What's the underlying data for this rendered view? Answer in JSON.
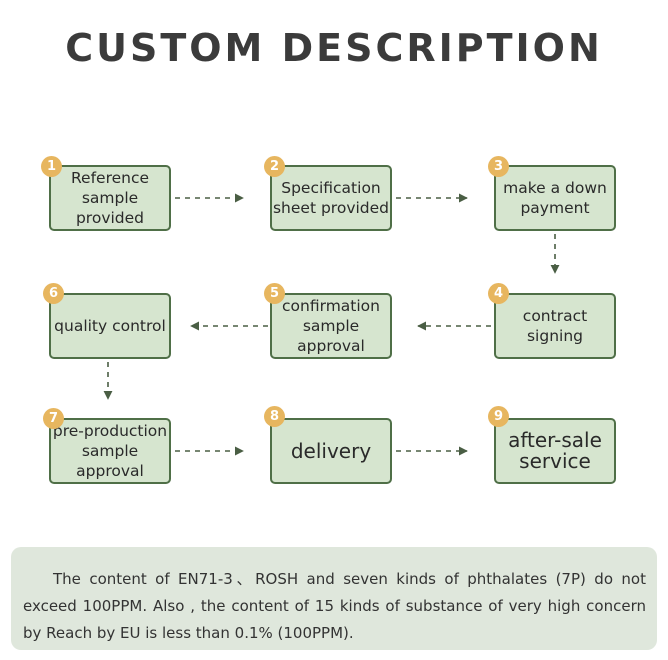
{
  "title": "CUSTOM DESCRIPTION",
  "steps": [
    {
      "num": "1",
      "label": "Reference sample provided"
    },
    {
      "num": "2",
      "label": "Specification sheet provided"
    },
    {
      "num": "3",
      "label": "make a down payment"
    },
    {
      "num": "4",
      "label": "contract signing"
    },
    {
      "num": "5",
      "label": "confirmation sample approval"
    },
    {
      "num": "6",
      "label": "quality control"
    },
    {
      "num": "7",
      "label": "pre-production sample approval"
    },
    {
      "num": "8",
      "label": "delivery"
    },
    {
      "num": "9",
      "label": "after-sale service"
    }
  ],
  "description": "The content of EN71-3、ROSH and seven kinds  of  phthalates (7P) do not exceed 100PPM. Also ,  the content of 15 kinds of substance of very high concern by Reach by EU is less than  0.1% (100PPM).",
  "colors": {
    "box_fill": "#d6e5cf",
    "box_border": "#4f6f47",
    "badge": "#e7b65f",
    "arrow": "#4a5e44",
    "panel": "#dfe7dc"
  }
}
